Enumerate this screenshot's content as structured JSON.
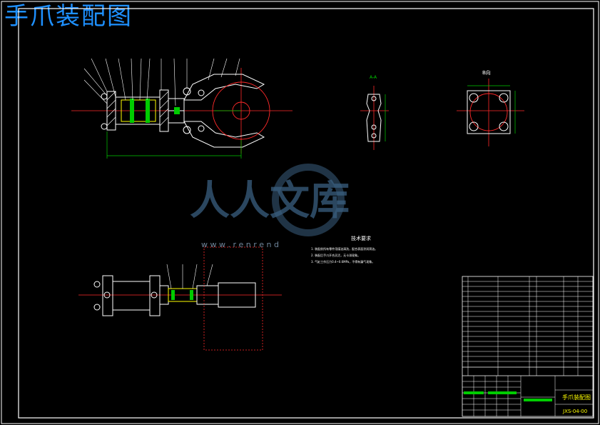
{
  "title": "手爪装配图",
  "watermark": {
    "text": "人人文库",
    "url": "w w w . r e n r e n d"
  },
  "tech_requirements": {
    "heading": "技术要求",
    "lines": [
      "1. 装配前所有零件用煤油清洗，配合表面涂润滑油。",
      "2. 装配后手爪开合灵活，无卡滞现象。",
      "3. 气缸工作压力0.4~0.6MPa，不得有漏气现象。"
    ]
  },
  "section_labels": {
    "a_a": "A-A",
    "view": "B向"
  },
  "title_block": {
    "name": "手爪装配图",
    "drawing_no": "JXS-04-00"
  },
  "colors": {
    "background": "#000000",
    "title": "#1e90ff",
    "outline": "#ffffff",
    "centerline": "#ff2a2a",
    "dimension": "#00cc00",
    "part": "#ffff00",
    "watermark": "#3a5f80"
  }
}
